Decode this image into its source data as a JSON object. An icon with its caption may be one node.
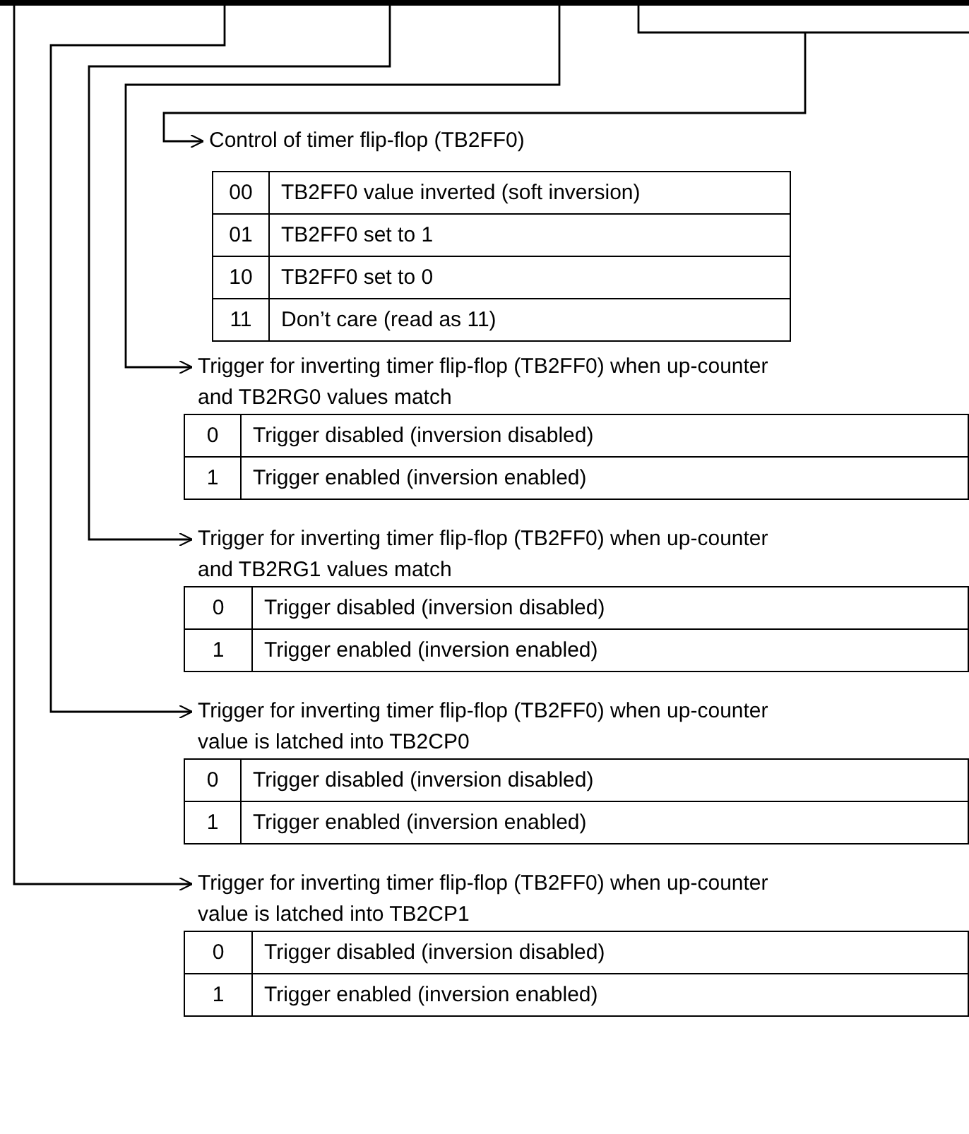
{
  "diagram": {
    "nodes": [
      {
        "text": [
          "Control of timer flip-flop (TB2FF0)"
        ]
      },
      {
        "text": [
          "Trigger for inverting timer flip-flop (TB2FF0) when up-counter and TB2RG0 values match"
        ]
      },
      {
        "text": [
          "Trigger for inverting timer flip-flop (TB2FF0) when up-counter and TB2RG1 values match"
        ]
      },
      {
        "text": [
          "Trigger for inverting timer flip-flop (TB2FF0) when up-counter value is latched into TB2CP0"
        ]
      },
      {
        "text": [
          "Trigger for inverting timer flip-flop (TB2FF0) when up-counter value is latched into TB2CP1"
        ]
      }
    ],
    "edges": [
      {
        "from": null,
        "to": 0,
        "arrow": "to"
      },
      {
        "from": null,
        "to": 1,
        "arrow": "to"
      },
      {
        "from": null,
        "to": 2,
        "arrow": "to"
      },
      {
        "from": null,
        "to": 3,
        "arrow": "to"
      },
      {
        "from": null,
        "to": 4,
        "arrow": "to"
      }
    ],
    "labels": [
      "00",
      "TB2FF0 value inverted (soft inversion)",
      "01",
      "TB2FF0 set to 1",
      "10",
      "TB2FF0 set to 0",
      "11",
      "Don’t care (read as 11)",
      "0",
      "Trigger disabled (inversion disabled)",
      "1",
      "Trigger enabled (inversion enabled)",
      "0",
      "Trigger disabled (inversion disabled)",
      "1",
      "Trigger enabled (inversion enabled)",
      "0",
      "Trigger disabled (inversion disabled)",
      "1",
      "Trigger enabled (inversion enabled)",
      "0",
      "Trigger disabled (inversion disabled)",
      "1",
      "Trigger enabled (inversion enabled)"
    ]
  }
}
